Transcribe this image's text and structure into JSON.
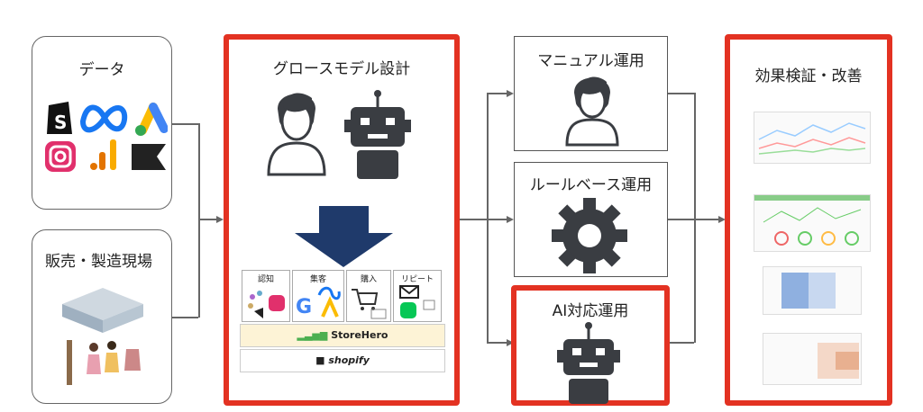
{
  "data_box": {
    "title": "データ",
    "icons": [
      "shopify-icon",
      "meta-icon",
      "google-ads-icon",
      "instagram-icon",
      "google-analytics-icon",
      "klaviyo-icon"
    ]
  },
  "sales_box": {
    "title": "販売・製造現場"
  },
  "growth": {
    "title": "グロースモデル設計",
    "steps": [
      "認知",
      "集客",
      "購入",
      "リピート"
    ],
    "storehero": "StoreHero",
    "shopify": "shopify"
  },
  "manual": {
    "title": "マニュアル運用"
  },
  "rule": {
    "title": "ルールベース運用"
  },
  "ai": {
    "title": "AI対応運用"
  },
  "results": {
    "title": "効果検証・改善"
  },
  "colors": {
    "accent": "#e33222",
    "icon": "#3a3d42",
    "arrow": "#1f3a6b"
  }
}
